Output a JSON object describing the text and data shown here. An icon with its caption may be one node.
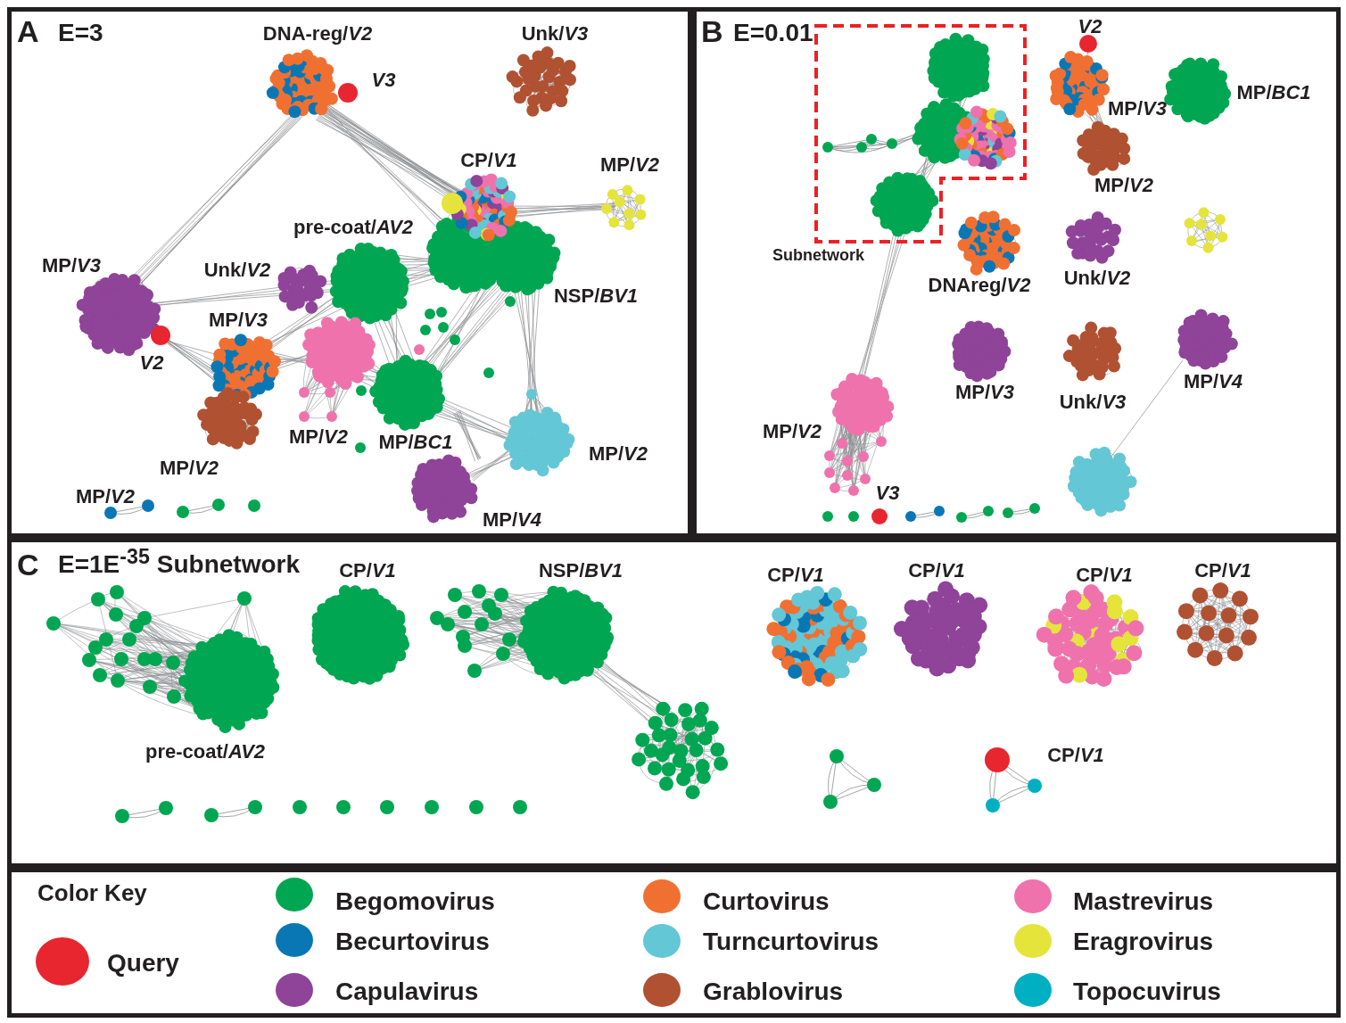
{
  "diagram": {
    "nodes": [
      {
        "text": [
          "A",
          "E=3"
        ]
      },
      {
        "text": [
          "B",
          "E=0.01"
        ]
      },
      {
        "text": [
          "Subnetwork"
        ],
        "in": 1
      },
      {
        "text": [
          "C",
          "E=1E$^{-35}$ Subnetwork"
        ]
      },
      {
        "text": [
          "Color Key"
        ]
      }
    ],
    "labels": [
      "DNA-reg/*V2*",
      "Unk/*V3*",
      "V3",
      "CP/*V1*",
      "MP/*V2*",
      "pre-coat/*AV2*",
      "MP/*V3*",
      "Unk/*V2*",
      "NSP/*BV1*",
      "MP/*V3*",
      "V2",
      "MP/*V2*",
      "MP/*BC1*",
      "MP/*V2*",
      "MP/*V2*",
      "MP/*V2*",
      "MP/*V4*",
      "V2",
      "MP/*BC1*",
      "MP/*V3*",
      "MP/*V2*",
      "DNAreg/*V2*",
      "Unk/*V2*",
      "MP/*V3*",
      "MP/*V4*",
      "Unk/*V3*",
      "MP/*V2*",
      "V3",
      "CP/*V1*",
      "NSP/*BV1*",
      "CP/*V1*",
      "CP/*V1*",
      "CP/*V1*",
      "CP/*V1*",
      "pre-coat/*AV2*",
      "CP/*V1*"
    ],
    "legend": [
      {
        "text": "Query",
        "color": "#e8262f"
      },
      {
        "text": "Begomovirus",
        "color": "#00a651"
      },
      {
        "text": "Becurtovirus",
        "color": "#0a77b5"
      },
      {
        "text": "Capulavirus",
        "color": "#8f4399"
      },
      {
        "text": "Curtovirus",
        "color": "#f07032"
      },
      {
        "text": "Turncurtovirus",
        "color": "#63c7d6"
      },
      {
        "text": "Grablovirus",
        "color": "#b05132"
      },
      {
        "text": "Mastrevirus",
        "color": "#ef72ad"
      },
      {
        "text": "Eragrovirus",
        "color": "#e5e43b"
      },
      {
        "text": "Topocuvirus",
        "color": "#00afc1"
      }
    ]
  }
}
